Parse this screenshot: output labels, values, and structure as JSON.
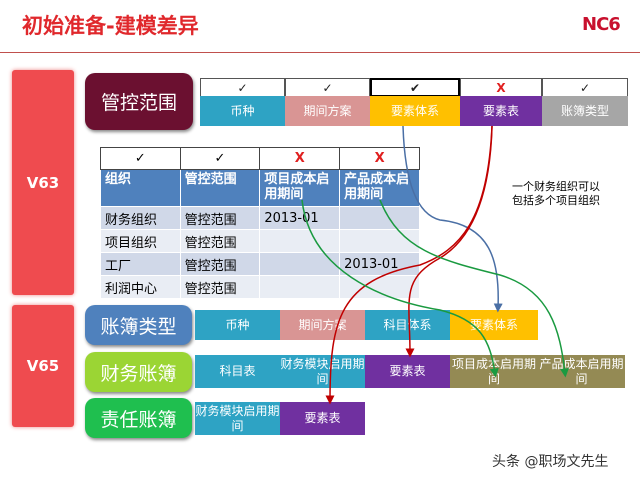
{
  "title": "初始准备-建模差异",
  "logo": "NC6",
  "v63": {
    "label": "V63",
    "scope": {
      "label": "管控范围",
      "checks": [
        "✓",
        "✓",
        "✔",
        "X",
        "✓"
      ],
      "cells": [
        {
          "text": "币种",
          "color": "#2ea3c4"
        },
        {
          "text": "期间方案",
          "color": "#d99594"
        },
        {
          "text": "要素体系",
          "color": "#ffc000"
        },
        {
          "text": "要素表",
          "color": "#7030a0"
        },
        {
          "text": "账簿类型",
          "color": "#a6a6a6"
        }
      ]
    },
    "table": {
      "checks": [
        "✓",
        "✓",
        "X",
        "X"
      ],
      "headers": [
        "组织",
        "管控范围",
        "项目成本启用期间",
        "产品成本启用期间"
      ],
      "rows": [
        [
          "财务组织",
          "管控范围",
          "2013-01",
          ""
        ],
        [
          "项目组织",
          "管控范围",
          "",
          ""
        ],
        [
          "工厂",
          "管控范围",
          "",
          "2013-01"
        ],
        [
          "利润中心",
          "管控范围",
          "",
          ""
        ]
      ]
    }
  },
  "note": [
    "一个财务组织可以",
    "包括多个项目组织"
  ],
  "v65": {
    "label": "V65",
    "rows": [
      {
        "label": "账簿类型",
        "color": "#4f81bd",
        "cells": [
          {
            "text": "币种",
            "color": "#2ea3c4"
          },
          {
            "text": "期间方案",
            "color": "#d99594"
          },
          {
            "text": "科目体系",
            "color": "#2ea3c4"
          },
          {
            "text": "要素体系",
            "color": "#ffc000"
          }
        ]
      },
      {
        "label": "财务账簿",
        "color": "#9bd534",
        "cells": [
          {
            "text": "科目表",
            "color": "#2ea3c4"
          },
          {
            "text": "财务模块启用期间",
            "color": "#2ea3c4"
          },
          {
            "text": "要素表",
            "color": "#7030a0"
          },
          {
            "text": "项目成本启用期间",
            "color": "#948a54"
          },
          {
            "text": "产品成本启用期间",
            "color": "#948a54"
          }
        ]
      },
      {
        "label": "责任账簿",
        "color": "#1fbf4f",
        "cells": [
          {
            "text": "财务模块启用期间",
            "color": "#2ea3c4"
          },
          {
            "text": "要素表",
            "color": "#7030a0"
          }
        ]
      }
    ]
  },
  "watermark": "头条 @职场文先生"
}
